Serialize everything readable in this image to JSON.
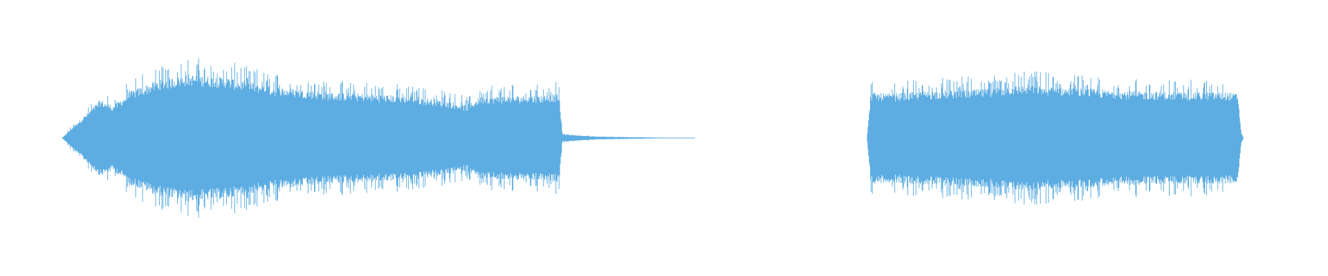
{
  "waveform": {
    "color": "#5dade2",
    "segments": [
      {
        "name": "segment-1",
        "envelope": [
          [
            0.0,
            0.0
          ],
          [
            0.02,
            0.18
          ],
          [
            0.045,
            0.38
          ],
          [
            0.06,
            0.52
          ],
          [
            0.08,
            0.44
          ],
          [
            0.11,
            0.64
          ],
          [
            0.15,
            0.78
          ],
          [
            0.2,
            0.86
          ],
          [
            0.26,
            0.82
          ],
          [
            0.33,
            0.7
          ],
          [
            0.42,
            0.62
          ],
          [
            0.48,
            0.6
          ],
          [
            0.56,
            0.56
          ],
          [
            0.61,
            0.5
          ],
          [
            0.64,
            0.44
          ],
          [
            0.66,
            0.56
          ],
          [
            0.7,
            0.57
          ],
          [
            0.76,
            0.58
          ],
          [
            0.785,
            0.6
          ],
          [
            0.79,
            0.05
          ],
          [
            0.84,
            0.02
          ],
          [
            0.9,
            0.01
          ],
          [
            1.0,
            0.0
          ]
        ]
      },
      {
        "name": "segment-2",
        "envelope": [
          [
            0.0,
            0.06
          ],
          [
            0.01,
            0.62
          ],
          [
            0.06,
            0.6
          ],
          [
            0.18,
            0.64
          ],
          [
            0.3,
            0.66
          ],
          [
            0.42,
            0.72
          ],
          [
            0.54,
            0.68
          ],
          [
            0.68,
            0.64
          ],
          [
            0.82,
            0.62
          ],
          [
            0.96,
            0.62
          ],
          [
            0.985,
            0.6
          ],
          [
            0.993,
            0.08
          ],
          [
            1.0,
            0.0
          ]
        ]
      }
    ]
  }
}
